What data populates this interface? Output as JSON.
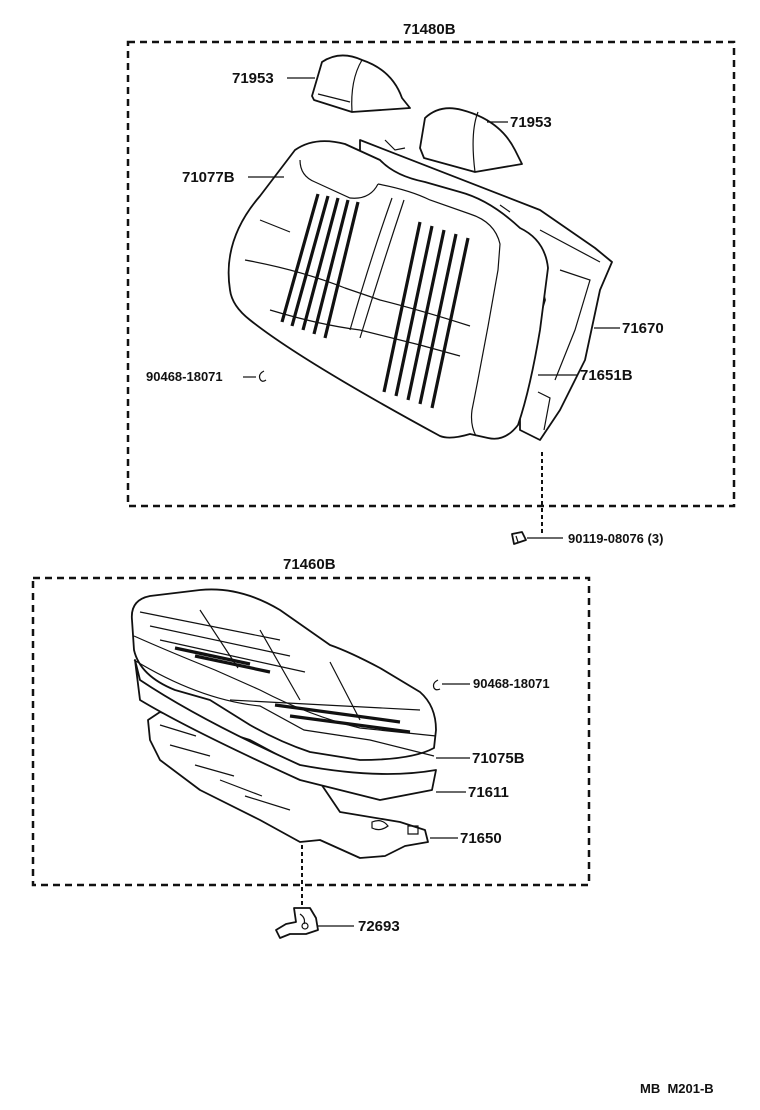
{
  "assemblies": {
    "seatback_assy": "71480B",
    "cushion_assy": "71460B"
  },
  "parts": {
    "headrest_left": "71953",
    "headrest_right": "71953",
    "seatback_cover": "71077B",
    "clip_upper": "90468-18071",
    "seatback_frame": "71670",
    "seatback_pad": "71651B",
    "bolt": "90119-08076 (3)",
    "clip_lower": "90468-18071",
    "cushion_cover": "71075B",
    "cushion_pad": "71611",
    "cushion_frame": "71650",
    "hook": "72693"
  },
  "footer": {
    "code": "MB  M201-B"
  }
}
